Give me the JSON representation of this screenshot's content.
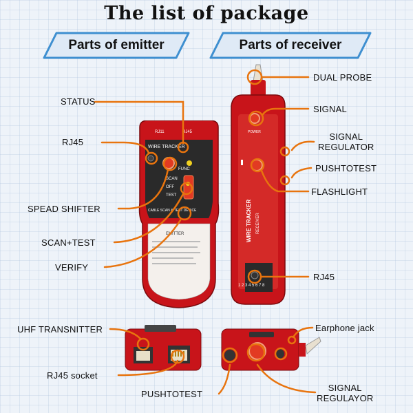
{
  "title": "The list of package",
  "tabs": {
    "emitter": "Parts of emitter",
    "receiver": "Parts of receiver"
  },
  "emitter_labels": {
    "status": "STATUS",
    "rj45": "RJ45",
    "spead_shifter": "SPEAD SHIFTER",
    "scan_test": "SCAN+TEST",
    "verify": "VERIFY",
    "uhf": "UHF TRANSNITTER",
    "rj45_socket": "RJ45 socket",
    "pushtotest": "PUSHTOTEST"
  },
  "receiver_labels": {
    "dual_probe": "DUAL PROBE",
    "signal": "SIGNAL",
    "signal_regulator": "SIGNAL\nREGULATOR",
    "pushtotest": "PUSHTOTEST",
    "flashlight": "FLASHLIGHT",
    "rj45": "RJ45",
    "earphone_jack": "Earphone jack",
    "signal_regulayor": "SIGNAL\nREGULAYOR"
  },
  "emitter_device_text": {
    "top_left": "RJ11",
    "top_right": "RJ45",
    "brand": "WIRE TRACKER",
    "func": "FUNC",
    "scan": "SCAN",
    "off": "OFF",
    "test": "TEST",
    "caption": "CABLE SCAN & TEST DEVICE",
    "model": "EMITTER"
  },
  "receiver_device_text": {
    "power": "POWER",
    "brand": "WIRE TRACKER",
    "model": "RECEIVER",
    "pins": "1 2 3 4 5 6 7 8"
  },
  "colors": {
    "device_red": "#c8141a",
    "device_dark": "#2a2a2a",
    "leader_orange": "#e8740e",
    "tab_fill": "#dfeaf6",
    "tab_border": "#3e8fd0"
  }
}
